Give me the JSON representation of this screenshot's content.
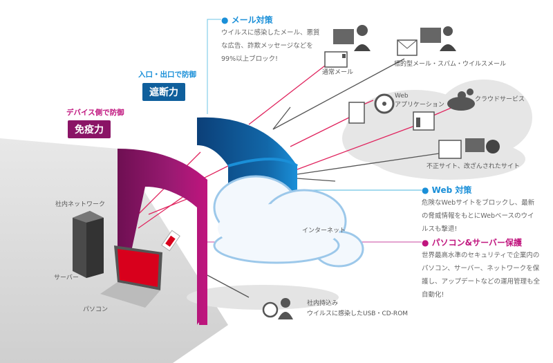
{
  "left_labels": {
    "device_defense": "デバイス側で防御",
    "immunity": "免疫力",
    "gateway_defense": "入口・出口で防御",
    "blocking": "遮断力"
  },
  "internal": {
    "network": "社内ネットワーク",
    "server": "サーバー",
    "pc": "パソコン",
    "carry_in_title": "社内持込み",
    "carry_in_desc": "ウイルスに感染したUSB・CD-ROM"
  },
  "internet_label": "インターネット",
  "threats": {
    "normal_mail": "通常メール",
    "targeted_mail": "標的型メール・スパム・ウイルスメール",
    "web_app": "Web\nアプリケーション",
    "web_app_line1": "Web",
    "web_app_line2": "アプリケーション",
    "cloud_service": "クラウドサービス",
    "malicious_site": "不正サイト、改ざんされたサイト"
  },
  "features": [
    {
      "title": "● メール対策",
      "desc": "ウイルスに感染したメール、悪質な広告、詐欺メッセージなどを99%以上ブロック!",
      "color": "#1a8fd8"
    },
    {
      "title": "● Web 対策",
      "desc": "危険なWebサイトをブロックし、最新の脅威情報をもとにWebベースのウイルスも撃退!",
      "color": "#1a8fd8"
    },
    {
      "title": "● パソコン&サーバー保護",
      "desc": "世界最高水準のセキュリティで企業内のパソコン、サーバー、ネットワークを保護し、アップデートなどの運用管理も全自動化!",
      "color": "#c0157e"
    }
  ],
  "colors": {
    "blue": "#1a8fd8",
    "wall_blue": "#0f5f9c",
    "magenta": "#c0157e",
    "wall_magenta": "#8a1466",
    "line_red": "#e0245e"
  }
}
